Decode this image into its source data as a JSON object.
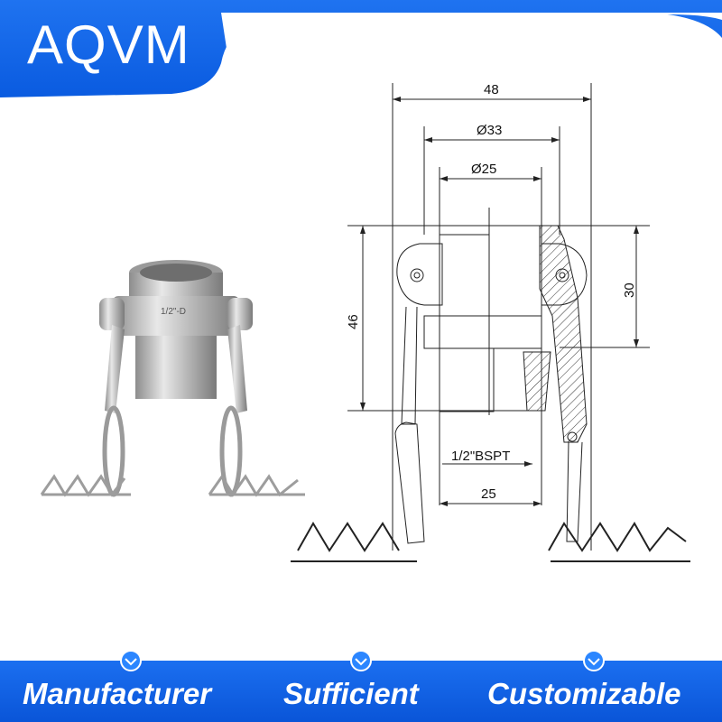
{
  "brand": {
    "name": "AQVM"
  },
  "photo": {
    "part_marking": "1/2\"-D"
  },
  "drawing": {
    "dims": {
      "overall_width": "48",
      "outer_diameter": "Ø33",
      "inner_diameter": "Ø25",
      "height_left": "46",
      "height_right": "30",
      "thread": "1/2\"BSPT",
      "thread_length": "25"
    }
  },
  "features": [
    {
      "label": "Manufacturer",
      "icon": "chevron-down-icon"
    },
    {
      "label": "Sufficient",
      "icon": "chevron-down-icon"
    },
    {
      "label": "Customizable",
      "icon": "chevron-down-icon"
    }
  ],
  "colors": {
    "brand_blue": "#0a5fe0",
    "white": "#ffffff",
    "line": "#222222"
  }
}
